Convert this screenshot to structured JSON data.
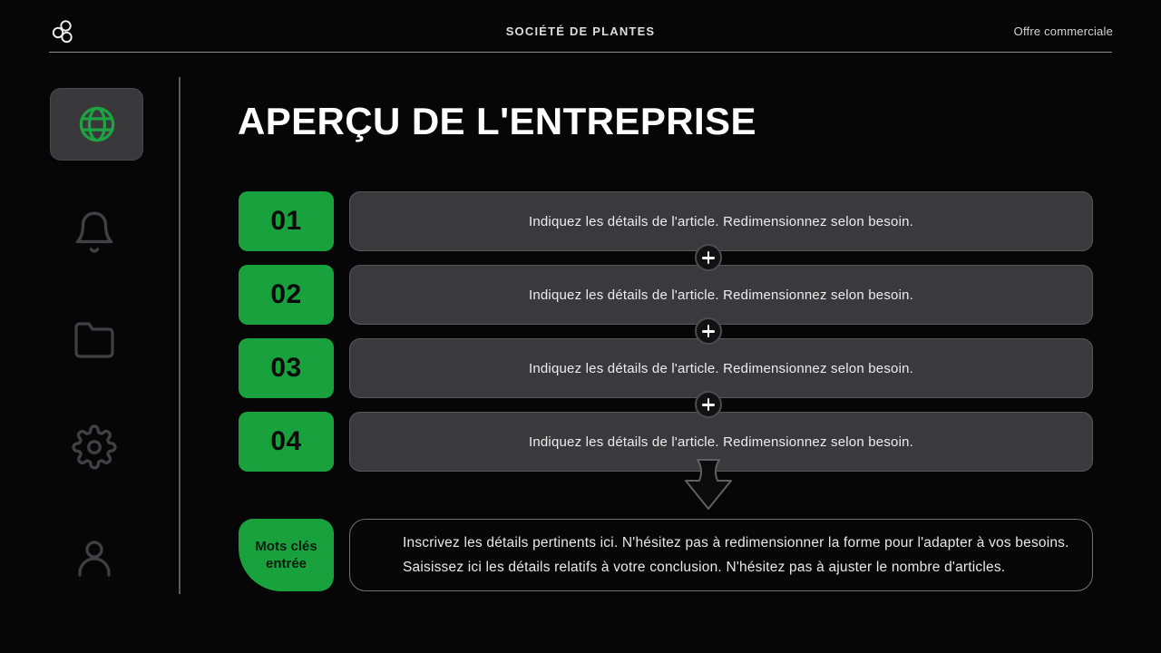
{
  "header": {
    "center_title": "SOCIÉTÉ DE PLANTES",
    "right_link": "Offre commerciale"
  },
  "sidebar": {
    "items": [
      {
        "id": "globe",
        "active": true
      },
      {
        "id": "bell",
        "active": false
      },
      {
        "id": "folder",
        "active": false
      },
      {
        "id": "gear",
        "active": false
      },
      {
        "id": "user",
        "active": false
      }
    ]
  },
  "main": {
    "title": "APERÇU DE L'ENTREPRISE",
    "steps": [
      {
        "number": "01",
        "text": "Indiquez les détails de l'article. Redimensionnez selon besoin."
      },
      {
        "number": "02",
        "text": "Indiquez les détails de l'article. Redimensionnez selon besoin."
      },
      {
        "number": "03",
        "text": "Indiquez les détails de l'article. Redimensionnez selon besoin."
      },
      {
        "number": "04",
        "text": "Indiquez les détails de l'article. Redimensionnez selon besoin."
      }
    ],
    "keywords": {
      "label": "Mots clés entrée",
      "lines": [
        "Inscrivez les détails pertinents ici. N'hésitez pas à redimensionner la forme pour l'adapter à vos besoins.",
        "Saisissez ici les détails relatifs à votre conclusion. N'hésitez pas à ajuster le nombre d'articles."
      ]
    }
  },
  "colors": {
    "accent_green": "#18a13c",
    "panel_gray": "#3a3a3c",
    "background": "#060606",
    "icon_inactive": "#414143"
  }
}
